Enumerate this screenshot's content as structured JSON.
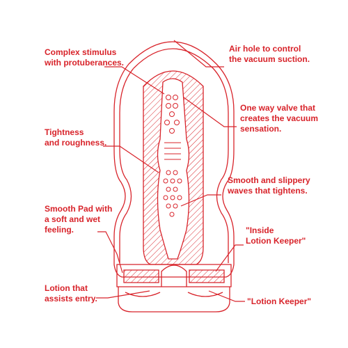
{
  "colors": {
    "accent": "#d8232a",
    "background": "#ffffff"
  },
  "labels": {
    "complex_stimulus": [
      "Complex stimulus",
      "with protuberances."
    ],
    "air_hole": [
      "Air hole to control",
      "the vacuum suction."
    ],
    "one_way_valve": [
      "One way valve that",
      "creates the vacuum",
      "sensation."
    ],
    "tightness": [
      "Tightness",
      "and roughness."
    ],
    "smooth_waves": [
      "Smooth and slippery",
      "waves that tightens."
    ],
    "smooth_pad": [
      "Smooth Pad with",
      "a soft and wet",
      "feeling."
    ],
    "inside_keeper": [
      "\"Inside",
      "Lotion Keeper\""
    ],
    "lotion": [
      "Lotion that",
      "assists entry."
    ],
    "lotion_keeper": [
      "\"Lotion Keeper\""
    ]
  }
}
